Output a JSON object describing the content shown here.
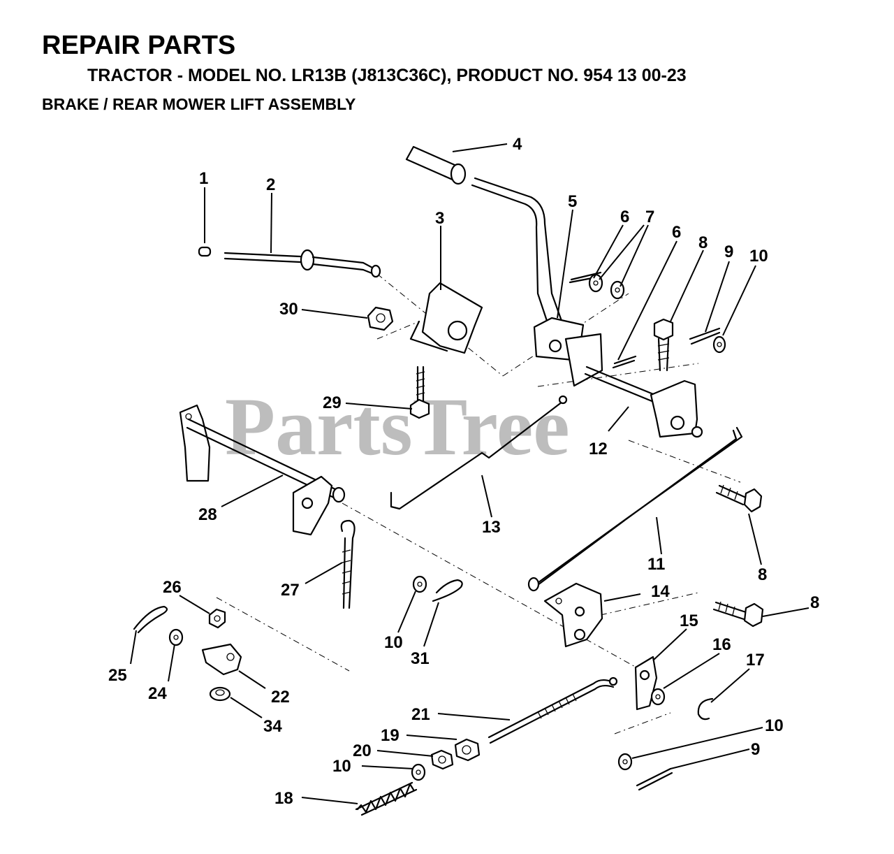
{
  "header": {
    "title": "REPAIR PARTS",
    "subtitle": "TRACTOR - MODEL NO. LR13B (J813C36C), PRODUCT NO. 954 13 00-23",
    "section": "BRAKE / REAR MOWER LIFT ASSEMBLY"
  },
  "watermark": "PartsTree",
  "callouts": {
    "c1": "1",
    "c2": "2",
    "c3": "3",
    "c4": "4",
    "c5": "5",
    "c6a": "6",
    "c6b": "6",
    "c7": "7",
    "c8a": "8",
    "c8b": "8",
    "c8c": "8",
    "c9a": "9",
    "c9b": "9",
    "c10a": "10",
    "c10b": "10",
    "c10c": "10",
    "c10d": "10",
    "c11": "11",
    "c12": "12",
    "c13": "13",
    "c14": "14",
    "c15": "15",
    "c16": "16",
    "c17": "17",
    "c18": "18",
    "c19": "19",
    "c20": "20",
    "c21": "21",
    "c22": "22",
    "c24": "24",
    "c25": "25",
    "c26": "26",
    "c27": "27",
    "c28": "28",
    "c29": "29",
    "c30": "30",
    "c31": "31",
    "c34": "34"
  }
}
